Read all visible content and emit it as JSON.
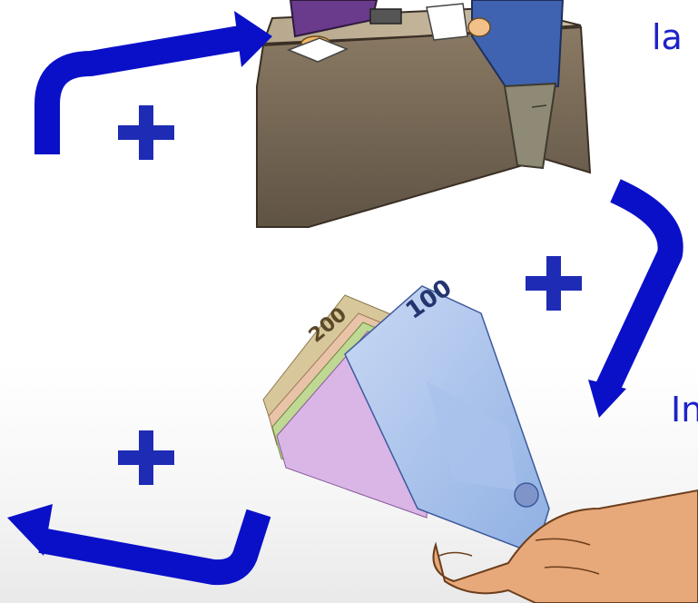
{
  "text": {
    "top_right_fragment": "la",
    "middle_right_fragment": "In"
  },
  "symbols": {
    "plus": "+"
  },
  "colors": {
    "arrow_blue": "#0a10c8",
    "plus_blue": "#1e2bb5",
    "text_blue": "#1e22c8"
  },
  "illustrations": [
    "bank-counter-scene",
    "hand-holding-banknotes"
  ],
  "icons": [
    "curved-arrow-up-right-icon",
    "curved-arrow-down-left-icon",
    "curved-arrow-down-left-bottom-icon",
    "plus-icon"
  ]
}
